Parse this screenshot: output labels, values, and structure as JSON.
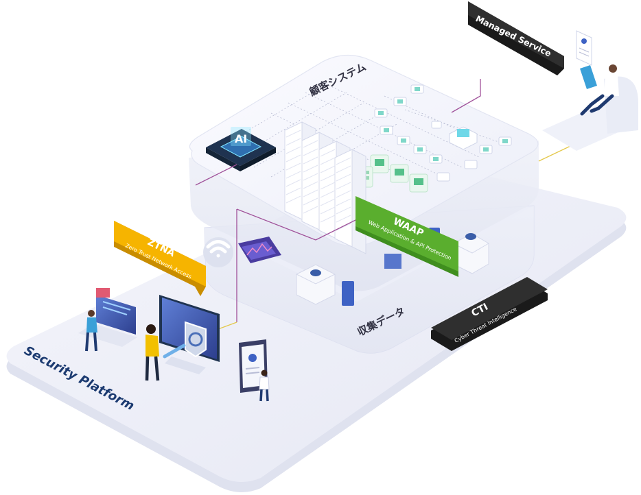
{
  "labels": {
    "customer_system": "顧客システム",
    "collected_data": "収集データ",
    "security_platform": "Security Platform",
    "ai_chip": "AI"
  },
  "tags": {
    "managed_service": {
      "title": "Managed Service"
    },
    "ztna": {
      "title": "ZTNA",
      "subtitle": "Zero Trust Network Access"
    },
    "waap": {
      "title": "WAAP",
      "subtitle": "Web Application & API Protection"
    },
    "cti": {
      "title": "CTI",
      "subtitle": "Cyber Threat Intelligence"
    }
  },
  "colors": {
    "ztna": "#f6b400",
    "waap": "#5aae2e",
    "cti": "#2f2f2f",
    "managed_service": "#2f2f2f",
    "platform_text": "#1b3a70",
    "connector_purple": "#a0529a",
    "connector_yellow": "#e4c84a"
  },
  "icons": [
    "ai-chip-icon",
    "server-rack-icon",
    "wifi-icon",
    "chart-tablet-icon",
    "database-icon",
    "laptop-icon",
    "monitor-lock-icon",
    "phone-id-icon",
    "document-icon",
    "person-icon"
  ]
}
